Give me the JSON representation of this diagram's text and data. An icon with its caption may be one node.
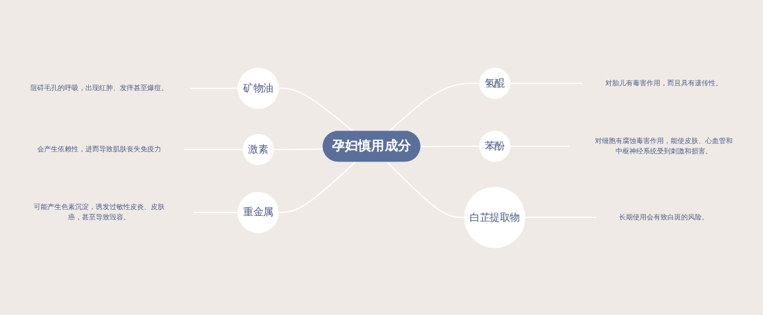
{
  "diagram": {
    "nodes": [
      {
        "text": [
          "孕妇慎用成分"
        ]
      },
      {
        "text": [
          "矿物油"
        ]
      },
      {
        "text": [
          "阻碍毛孔的呼吸，出现红肿、发痒甚至爆痘。"
        ]
      },
      {
        "text": [
          "激素"
        ]
      },
      {
        "text": [
          "会产生依赖性，进而导致肌肤丧失免疫力"
        ]
      },
      {
        "text": [
          "重金属"
        ]
      },
      {
        "text": [
          "可能产生色素沉淀，诱发过敏性皮炎、皮肤癌，甚至导致毁容。"
        ]
      },
      {
        "text": [
          "氢醌"
        ]
      },
      {
        "text": [
          "对胎儿有毒害作用，而且具有遗传性。"
        ]
      },
      {
        "text": [
          "苯酚"
        ]
      },
      {
        "text": [
          "对细胞有腐蚀毒害作用，能使皮肤、心血管和中枢神经系统受到刺激和损害。"
        ]
      },
      {
        "text": [
          "白芷提取物"
        ]
      },
      {
        "text": [
          "长期使用会有致白斑的风险。"
        ]
      }
    ],
    "edges": [
      {
        "from": 2,
        "to": 1,
        "arrow": "none"
      },
      {
        "from": 1,
        "to": 0,
        "arrow": "none"
      },
      {
        "from": 4,
        "to": 3,
        "arrow": "none"
      },
      {
        "from": 3,
        "to": 0,
        "arrow": "none"
      },
      {
        "from": 6,
        "to": 5,
        "arrow": "none"
      },
      {
        "from": 5,
        "to": 0,
        "arrow": "none"
      },
      {
        "from": 0,
        "to": 7,
        "arrow": "none"
      },
      {
        "from": 7,
        "to": 8,
        "arrow": "none"
      },
      {
        "from": 0,
        "to": 9,
        "arrow": "none"
      },
      {
        "from": 9,
        "to": 10,
        "arrow": "none"
      },
      {
        "from": 0,
        "to": 11,
        "arrow": "none"
      },
      {
        "from": 11,
        "to": 12,
        "arrow": "none"
      }
    ]
  }
}
